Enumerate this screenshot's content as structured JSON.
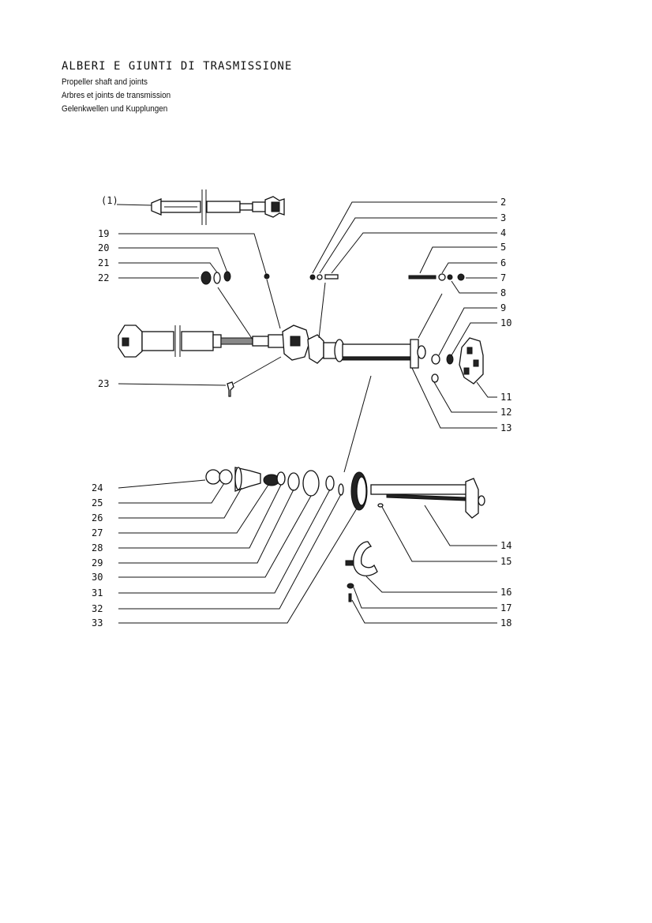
{
  "header": {
    "title": "ALBERI E GIUNTI DI TRASMISSIONE",
    "subtitle_en": "Propeller shaft and joints",
    "subtitle_fr": "Arbres et joints de transmission",
    "subtitle_de": "Gelenkwellen und Kupplungen"
  },
  "callouts": {
    "c1": "(1)",
    "c2": "2",
    "c3": "3",
    "c4": "4",
    "c5": "5",
    "c6": "6",
    "c7": "7",
    "c8": "8",
    "c9": "9",
    "c10": "10",
    "c11": "11",
    "c12": "12",
    "c13": "13",
    "c14": "14",
    "c15": "15",
    "c16": "16",
    "c17": "17",
    "c18": "18",
    "c19": "19",
    "c20": "20",
    "c21": "21",
    "c22": "22",
    "c23": "23",
    "c24": "24",
    "c25": "25",
    "c26": "26",
    "c27": "27",
    "c28": "28",
    "c29": "29",
    "c30": "30",
    "c31": "31",
    "c32": "32",
    "c33": "33"
  }
}
